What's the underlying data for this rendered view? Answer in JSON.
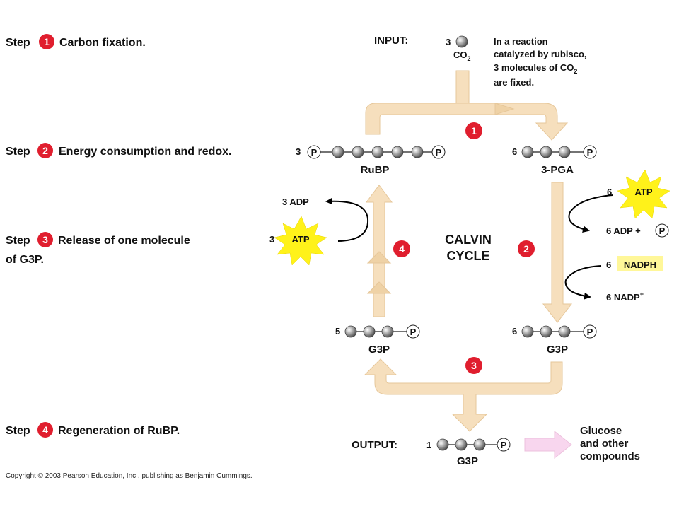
{
  "steps": [
    {
      "prefix": "Step",
      "num": "1",
      "text": "Carbon fixation."
    },
    {
      "prefix": "Step",
      "num": "2",
      "text": "Energy consumption and redox."
    },
    {
      "prefix": "Step",
      "num": "3",
      "text": "Release of one molecule",
      "text2": "of G3P."
    },
    {
      "prefix": "Step",
      "num": "4",
      "text": "Regeneration of RuBP."
    }
  ],
  "input": {
    "label": "INPUT:",
    "count": "3",
    "molecule": "CO",
    "molecule_sub": "2",
    "note_lines": [
      "In a reaction",
      "catalyzed by rubisco,",
      "3 molecules of CO",
      "are fixed."
    ],
    "note_sub": "2"
  },
  "cycle": {
    "title_line1": "CALVIN",
    "title_line2": "CYCLE"
  },
  "badges": {
    "b1": "1",
    "b2": "2",
    "b3": "3",
    "b4": "4"
  },
  "molecules": {
    "rubp": {
      "count": "3",
      "name": "RuBP",
      "p": "P"
    },
    "pga": {
      "count": "6",
      "name": "3-PGA",
      "p": "P"
    },
    "g3p_left": {
      "count": "5",
      "name": "G3P",
      "p": "P"
    },
    "g3p_right": {
      "count": "6",
      "name": "G3P",
      "p": "P"
    },
    "g3p_out": {
      "count": "1",
      "name": "G3P",
      "p": "P"
    }
  },
  "step2": {
    "atp_count": "6",
    "atp": "ATP",
    "adp": "6 ADP +",
    "p": "P",
    "nadph_count": "6",
    "nadph": "NADPH",
    "nadp": "6 NADP",
    "nadp_sup": "+"
  },
  "step4": {
    "adp": "3 ADP",
    "atp_count": "3",
    "atp": "ATP"
  },
  "output": {
    "label": "OUTPUT:",
    "products": [
      "Glucose",
      "and other",
      "compounds"
    ]
  },
  "copyright": "Copyright © 2003 Pearson Education, Inc., publishing as Benjamin Cummings.",
  "colors": {
    "badge": "#e01e2e",
    "arrow": "#f6dfbd",
    "arrow_edge": "#e6c79a",
    "atp": "#fff21a",
    "nadph_bg": "#fff799",
    "output_arrow": "#f8d6ee",
    "bead": "#9a9a9a"
  }
}
